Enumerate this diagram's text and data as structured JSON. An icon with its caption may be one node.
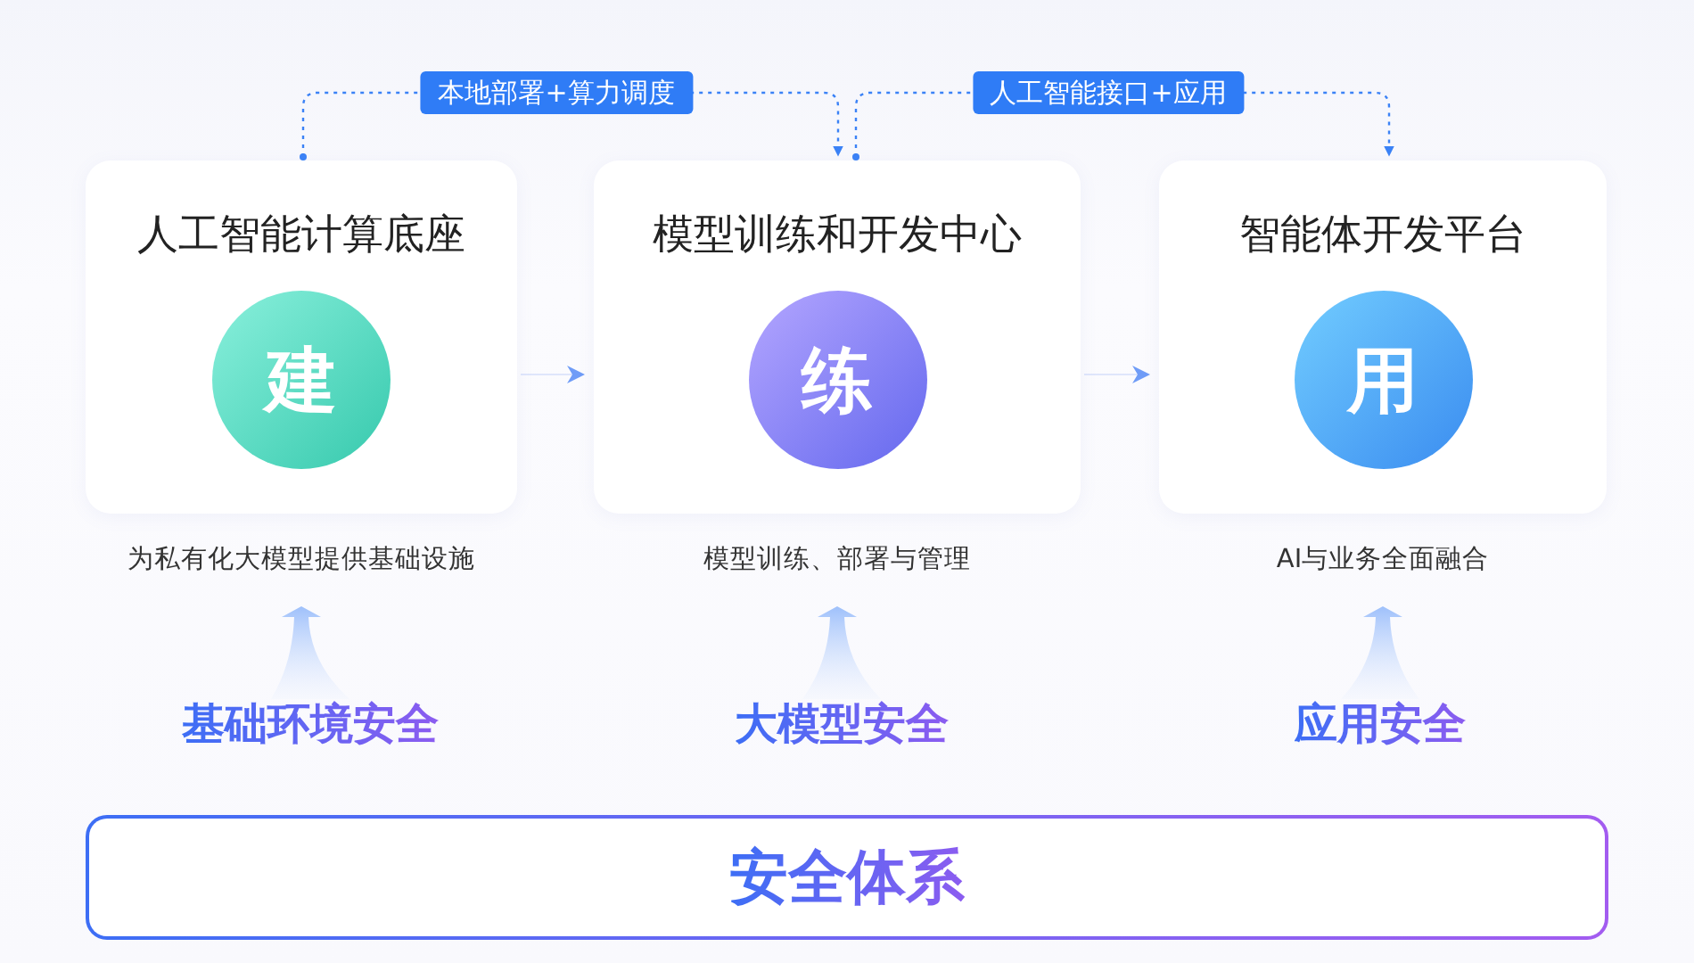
{
  "diagram": {
    "nodes": [
      {
        "text": [
          "人工智能计算底座"
        ],
        "beside": [
          "为私有化大模型提供基础设施"
        ]
      },
      {
        "text": [
          "建"
        ],
        "in": 0
      },
      {
        "text": [
          "模型训练和开发中心"
        ],
        "beside": [
          "模型训练、部署与管理"
        ]
      },
      {
        "text": [
          "练"
        ],
        "in": 2
      },
      {
        "text": [
          "智能体开发平台"
        ],
        "beside": [
          "AI与业务全面融合"
        ]
      },
      {
        "text": [
          "用"
        ],
        "in": 4
      },
      {
        "text": [
          "基础环境安全"
        ]
      },
      {
        "text": [
          "大模型安全"
        ]
      },
      {
        "text": [
          "应用安全"
        ]
      },
      {
        "text": [
          "安全体系"
        ]
      }
    ],
    "edges": [
      {
        "from": 0,
        "to": 2,
        "arrow": "to"
      },
      {
        "from": 2,
        "to": 4,
        "arrow": "to"
      },
      {
        "from": 0,
        "to": 2,
        "arrow": "to",
        "label": "本地部署+算力调度",
        "style": "dashed",
        "color": "#3b82f6"
      },
      {
        "from": 2,
        "to": 4,
        "arrow": "to",
        "label": "人工智能接口+应用",
        "style": "dashed",
        "color": "#3b82f6"
      },
      {
        "from": 6,
        "to": 0,
        "arrow": "to",
        "style": "thick"
      },
      {
        "from": 7,
        "to": 2,
        "arrow": "to",
        "style": "thick"
      },
      {
        "from": 8,
        "to": 4,
        "arrow": "to",
        "style": "thick"
      }
    ]
  }
}
